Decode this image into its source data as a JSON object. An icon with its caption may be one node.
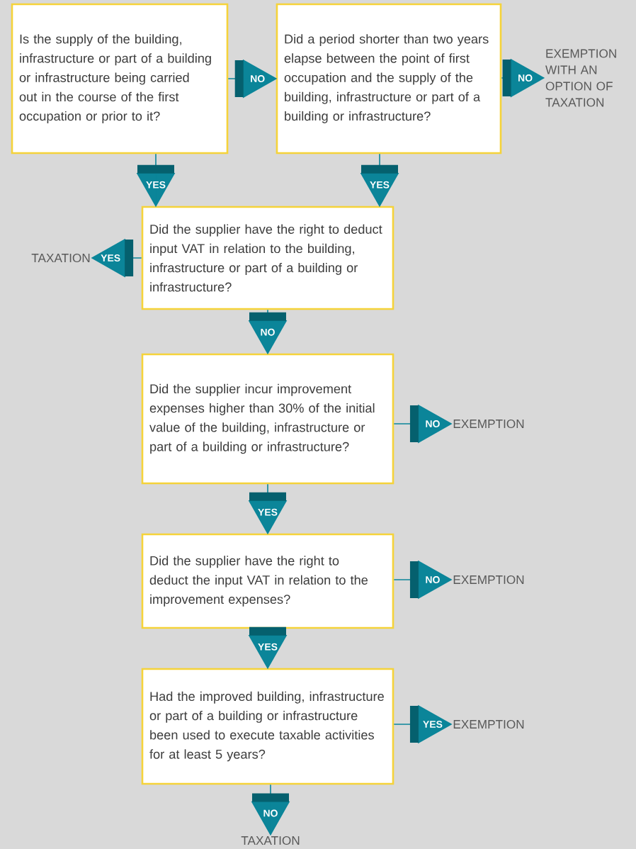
{
  "diagram": {
    "nodes": [
      {
        "text": [
          "Is the supply of the building, infrastructure or part of a building or infrastructure being carried out in the course of the first occupation or prior to it?"
        ]
      },
      {
        "text": [
          "Did a period shorter than two years elapse between the point of first occupation and the supply of the building, infrastructure or part of  a building or infrastructure?"
        ]
      },
      {
        "text": [
          "EXEMPTION WITH AN OPTION OF TAXATION"
        ]
      },
      {
        "text": [
          "Did the supplier have the right to deduct input VAT in relation to the building, infrastructure or part of a building or infrastructure?"
        ]
      },
      {
        "text": [
          "TAXATION"
        ]
      },
      {
        "text": [
          "Did the supplier incur improvement expenses higher than 30% of the initial value of the building, infrastructure or part of a building or infrastructure?"
        ]
      },
      {
        "text": [
          "EXEMPTION"
        ]
      },
      {
        "text": [
          "Did the supplier have the right to deduct the input VAT in relation to the improvement expenses?"
        ]
      },
      {
        "text": [
          "EXEMPTION"
        ]
      },
      {
        "text": [
          "Had the improved building, infrastructure or part of a building or infrastructure been used to execute taxable activities for at least 5 years?"
        ]
      },
      {
        "text": [
          "EXEMPTION"
        ]
      },
      {
        "text": [
          "TAXATION"
        ]
      }
    ],
    "edges": [
      {
        "from": 0,
        "to": 1,
        "arrow": "to",
        "label": "NO"
      },
      {
        "from": 1,
        "to": 2,
        "arrow": "to",
        "label": "NO"
      },
      {
        "from": 0,
        "to": 3,
        "arrow": "to",
        "label": "YES"
      },
      {
        "from": 1,
        "to": 3,
        "arrow": "to",
        "label": "YES"
      },
      {
        "from": 3,
        "to": 4,
        "arrow": "to",
        "label": "YES"
      },
      {
        "from": 3,
        "to": 5,
        "arrow": "to",
        "label": "NO"
      },
      {
        "from": 5,
        "to": 6,
        "arrow": "to",
        "label": "NO"
      },
      {
        "from": 5,
        "to": 7,
        "arrow": "to",
        "label": "YES"
      },
      {
        "from": 7,
        "to": 8,
        "arrow": "to",
        "label": "NO"
      },
      {
        "from": 7,
        "to": 9,
        "arrow": "to",
        "label": "YES"
      },
      {
        "from": 9,
        "to": 10,
        "arrow": "to",
        "label": "YES"
      },
      {
        "from": 9,
        "to": 11,
        "arrow": "to",
        "label": "NO"
      }
    ]
  }
}
